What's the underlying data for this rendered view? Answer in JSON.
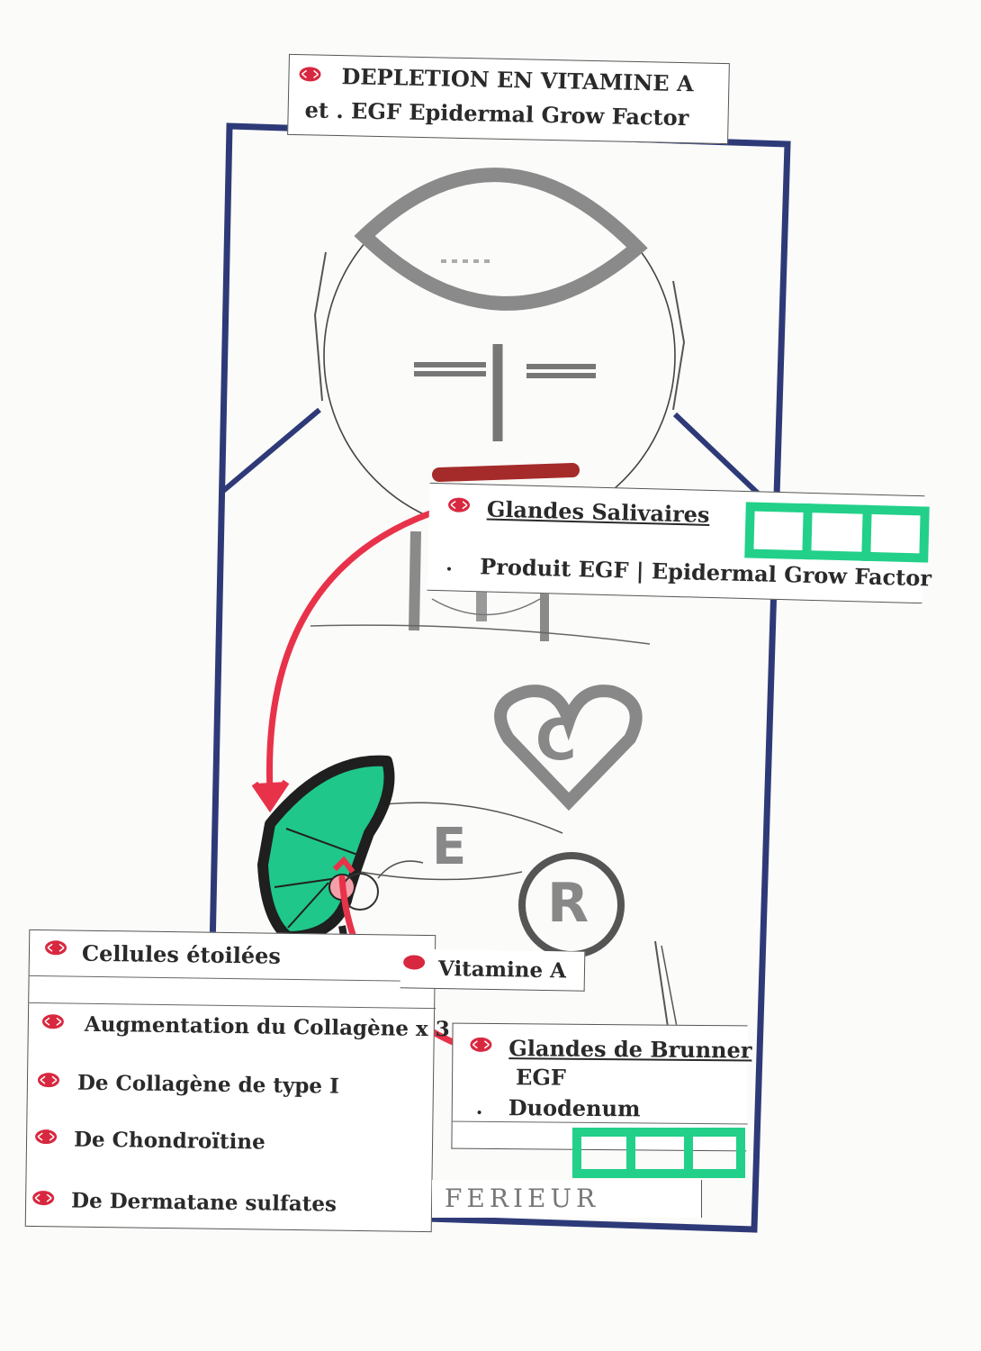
{
  "title": {
    "line1": "DEPLETION  EN VITAMINE  A",
    "line2": "et  . EGF  Epidermal Grow Factor"
  },
  "salivary": {
    "heading": "Glandes  Salivaires",
    "bullet": ".",
    "text": "Produit  EGF | Epidermal Grow Factor"
  },
  "stellate": {
    "heading": "Cellules étoilées",
    "items": [
      "Augmentation du Collagène x 3",
      "De Collagène de type I",
      "De Chondroïtine",
      "De Dermatane sulfates"
    ]
  },
  "vitamin": {
    "label": "Vitamine  A"
  },
  "brunner": {
    "heading": "Glandes de Brunner",
    "egf": "EGF",
    "bullet": ".",
    "text": "Duodenum"
  },
  "footer": {
    "partial": "FERIEUR"
  },
  "letters": {
    "heart": "C",
    "e": "E",
    "r": "R"
  },
  "icons": [
    "lips-icon",
    "heart-icon",
    "liver-icon",
    "arrow-icon"
  ],
  "colors": {
    "frame": "#2e3a78",
    "arrow": "#e8324a",
    "liver_fill": "#1fc78a",
    "boxes": "#22d08a",
    "lips": "#a52a2a",
    "bullet": "#d8283f"
  }
}
